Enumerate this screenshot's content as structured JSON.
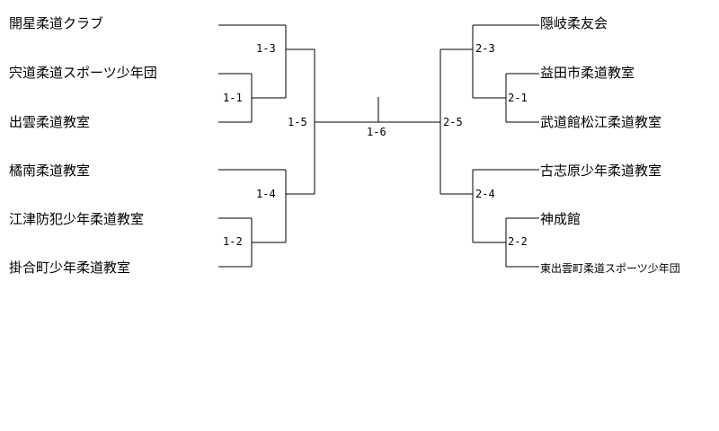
{
  "left_teams": [
    "開星柔道クラブ",
    "宍道柔道スポーツ少年団",
    "出雲柔道教室",
    "橘南柔道教室",
    "江津防犯少年柔道教室",
    "掛合町少年柔道教室"
  ],
  "right_teams": [
    "隠岐柔友会",
    "益田市柔道教室",
    "武道館松江柔道教室",
    "古志原少年柔道教室",
    "神成館",
    "東出雲町柔道スポーツ少年団"
  ],
  "matches": {
    "m1_1": "1-1",
    "m1_2": "1-2",
    "m1_3": "1-3",
    "m1_4": "1-4",
    "m1_5": "1-5",
    "m1_6": "1-6",
    "m2_1": "2-1",
    "m2_2": "2-2",
    "m2_3": "2-3",
    "m2_4": "2-4",
    "m2_5": "2-5"
  }
}
